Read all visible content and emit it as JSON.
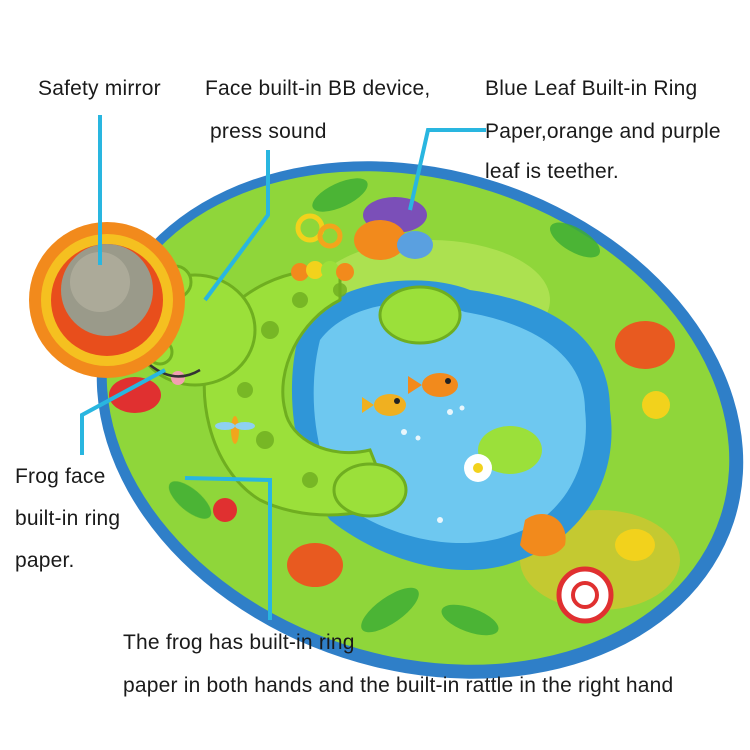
{
  "callouts": {
    "safety_mirror": "Safety mirror",
    "face_device_line1": "Face built-in BB device,",
    "face_device_line2": "press sound",
    "leaf_line1": "Blue Leaf Built-in Ring",
    "leaf_line2": "Paper,orange and purple",
    "leaf_line3": "leaf is teether.",
    "frog_face_line1": "Frog face",
    "frog_face_line2": "built-in ring",
    "frog_face_line3": "paper.",
    "hands_line1": "The frog has built-in ring",
    "hands_line2": "paper in both hands and the built-in rattle in the right hand"
  },
  "colors": {
    "callout_line": "#29b6e0",
    "mat_green": "#8fd63a",
    "mat_border": "#2f7fc8",
    "pond_blue": "#52b8e8",
    "frog_green": "#9be03a",
    "mirror_orange": "#f28a1c"
  }
}
